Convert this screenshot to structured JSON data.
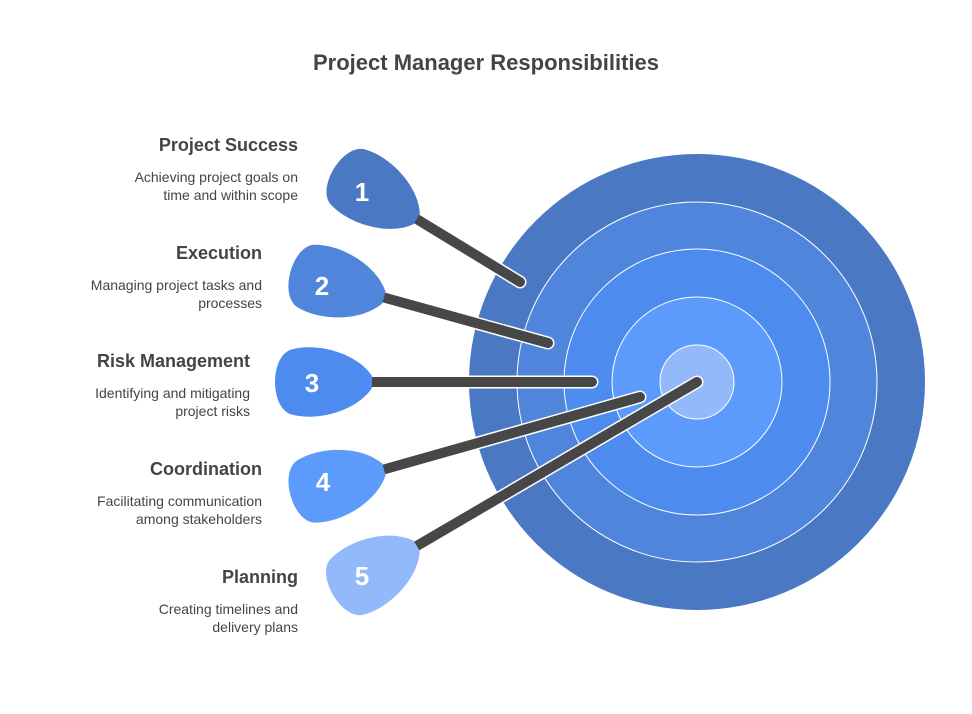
{
  "title": "Project Manager Responsibilities",
  "colors": {
    "ring_outer": "#4a78c2",
    "ring_2": "#4f86db",
    "ring_3": "#4d8cee",
    "ring_4": "#5c9bfb",
    "bullseye": "#93b9fb",
    "shaft": "#474747"
  },
  "items": [
    {
      "number": "1",
      "title": "Project Success",
      "line1": "Achieving project goals on",
      "line2": "time and within scope",
      "color": "#4a78c2"
    },
    {
      "number": "2",
      "title": "Execution",
      "line1": "Managing project tasks and",
      "line2": "processes",
      "color": "#4f86db"
    },
    {
      "number": "3",
      "title": "Risk Management",
      "line1": "Identifying and mitigating",
      "line2": "project risks",
      "color": "#4d8cee"
    },
    {
      "number": "4",
      "title": "Coordination",
      "line1": "Facilitating communication",
      "line2": "among stakeholders",
      "color": "#5c9bfb"
    },
    {
      "number": "5",
      "title": "Planning",
      "line1": "Creating timelines and",
      "line2": "delivery plans",
      "color": "#93b9fb"
    }
  ]
}
